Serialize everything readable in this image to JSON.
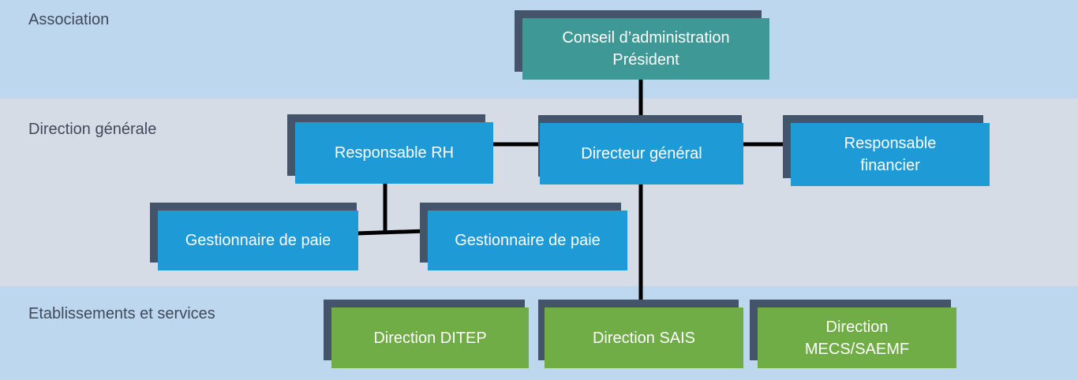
{
  "colors": {
    "band_association": "#bdd7ee",
    "band_direction": "#d6dce5",
    "band_etablissements": "#bdd7ee",
    "shadow": "#44546a",
    "teal": "#3d9896",
    "blue": "#1e9ad6",
    "green": "#70ad47",
    "line": "#000000",
    "band_text": "#404a5a",
    "box_text": "#ffffff"
  },
  "bands": {
    "association": "Association",
    "direction": "Direction générale",
    "etablissements": "Etablissements et services"
  },
  "nodes": {
    "conseil": "Conseil d’administration\nPrésident",
    "rh": "Responsable RH",
    "dg": "Directeur général",
    "financier": "Responsable\nfinancier",
    "paie1": "Gestionnaire de paie",
    "paie2": "Gestionnaire de paie",
    "ditep": "Direction DITEP",
    "sais": "Direction SAIS",
    "mecs": "Direction\nMECS/SAEMF"
  },
  "edges": [
    [
      "conseil",
      "dg"
    ],
    [
      "rh",
      "dg"
    ],
    [
      "dg",
      "financier"
    ],
    [
      "rh",
      "paie1"
    ],
    [
      "rh",
      "paie2"
    ],
    [
      "dg",
      "sais"
    ]
  ]
}
